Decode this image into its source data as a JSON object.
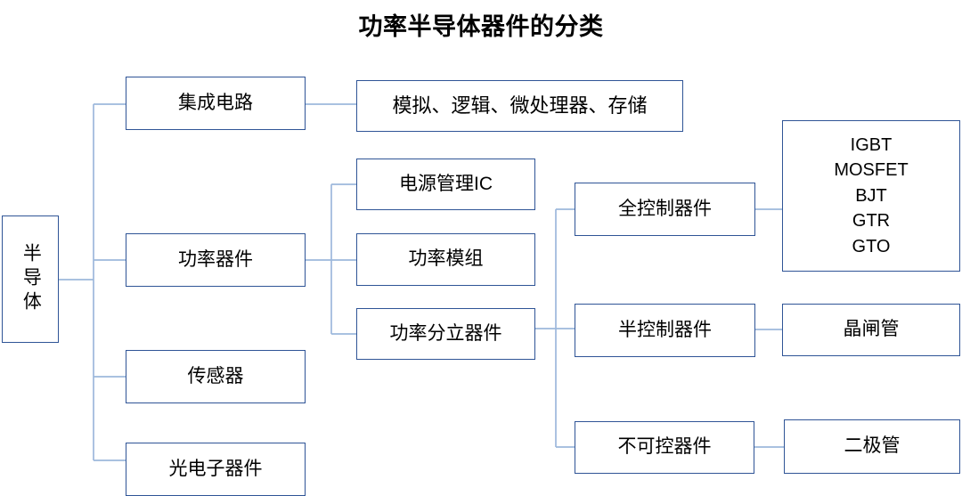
{
  "title": "功率半导体器件的分类",
  "diagram": {
    "type": "tree-flowchart",
    "colors": {
      "box_border": "#2f5496",
      "connector": "#9db8dc",
      "text": "#000000",
      "background": "#ffffff"
    },
    "nodes": {
      "root": {
        "label": "半导体",
        "orientation": "vertical"
      },
      "level2": [
        {
          "id": "ic",
          "label": "集成电路"
        },
        {
          "id": "power",
          "label": "功率器件"
        },
        {
          "id": "sensor",
          "label": "传感器"
        },
        {
          "id": "opto",
          "label": "光电子器件"
        }
      ],
      "ic_detail": {
        "label": "模拟、逻辑、微处理器、存储"
      },
      "level3": [
        {
          "id": "pmic",
          "label": "电源管理IC"
        },
        {
          "id": "module",
          "label": "功率模组"
        },
        {
          "id": "discrete",
          "label": "功率分立器件"
        }
      ],
      "level4": [
        {
          "id": "full-control",
          "label": "全控制器件"
        },
        {
          "id": "half-control",
          "label": "半控制器件"
        },
        {
          "id": "no-control",
          "label": "不可控器件"
        }
      ],
      "level5": [
        {
          "id": "full-control-parts",
          "lines": [
            "IGBT",
            "MOSFET",
            "BJT",
            "GTR",
            "GTO"
          ]
        },
        {
          "id": "half-control-parts",
          "lines": [
            "晶闸管"
          ]
        },
        {
          "id": "no-control-parts",
          "lines": [
            "二极管"
          ]
        }
      ]
    }
  }
}
